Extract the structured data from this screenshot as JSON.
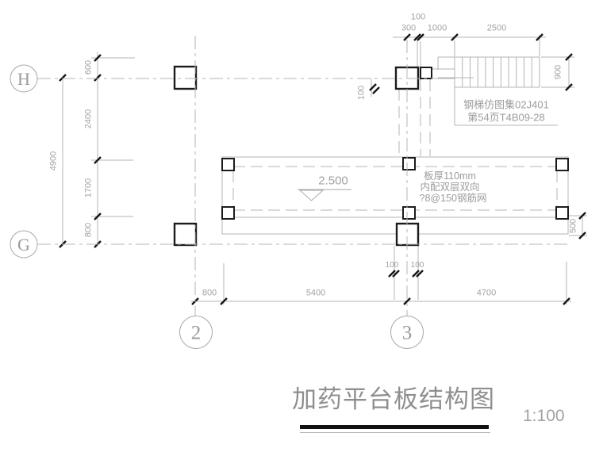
{
  "grid": {
    "row_h": "H",
    "row_g": "G",
    "col_2": "2",
    "col_3": "3"
  },
  "dimensions": {
    "left_total": "4900",
    "left_chain": [
      "600",
      "2400",
      "1700",
      "800"
    ],
    "top_offset": "100",
    "top_chain": [
      "300",
      "1000",
      "2500"
    ],
    "stair_width": "900",
    "stair_offset": "100",
    "beam_width": "500",
    "bottom_chain": [
      "800",
      "5400",
      "4700"
    ],
    "column_offsets": [
      "100",
      "100"
    ]
  },
  "annotations": {
    "elevation": "2.500",
    "ladder_note_line1": "钢梯仿图集02J401",
    "ladder_note_line2": "第54页T4B09-28",
    "slab_note_line1": "板厚110mm",
    "slab_note_line2": "内配双层双向",
    "slab_note_line3": "?8@150钢筋网"
  },
  "title": {
    "text": "加药平台板结构图",
    "scale": "1:100"
  }
}
